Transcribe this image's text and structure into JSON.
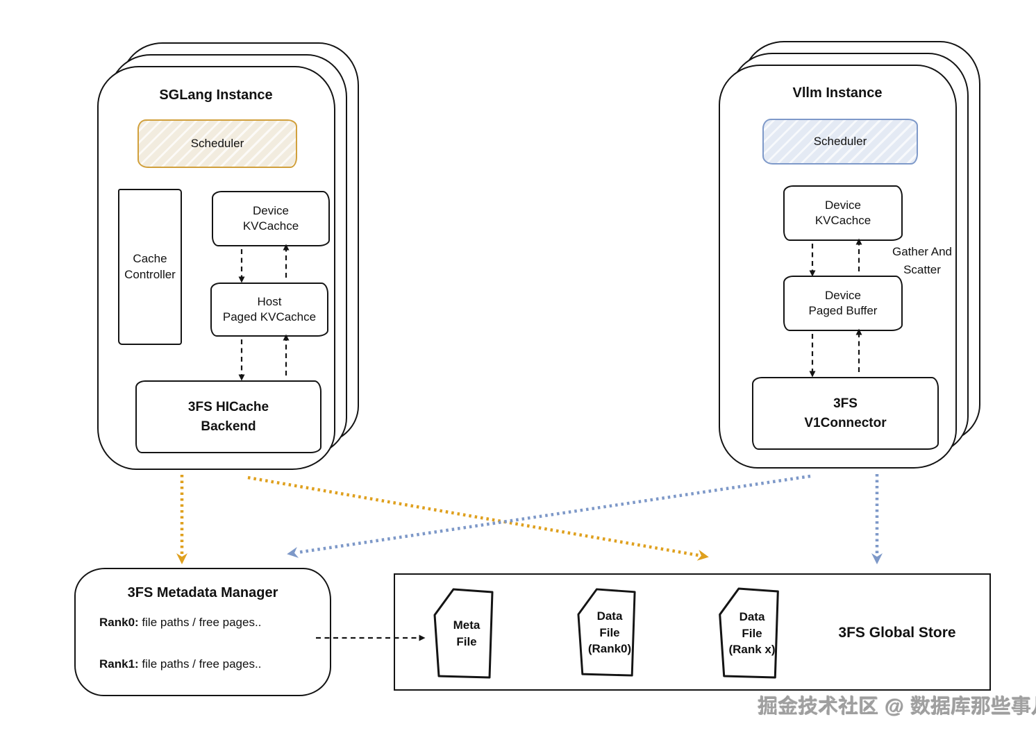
{
  "diagram": {
    "sglang": {
      "title": "SGLang Instance",
      "scheduler_label": "Scheduler",
      "cache_controller_line1": "Cache",
      "cache_controller_line2": "Controller",
      "device_kvcache_line1": "Device",
      "device_kvcache_line2": "KVCachce",
      "host_paged_line1": "Host",
      "host_paged_line2": "Paged KVCachce",
      "backend_line1": "3FS HICache",
      "backend_line2": "Backend"
    },
    "vllm": {
      "title": "Vllm Instance",
      "scheduler_label": "Scheduler",
      "device_kvcache_line1": "Device",
      "device_kvcache_line2": "KVCachce",
      "gather_scatter_line1": "Gather And",
      "gather_scatter_line2": "Scatter",
      "paged_buffer_line1": "Device",
      "paged_buffer_line2": "Paged Buffer",
      "connector_line1": "3FS",
      "connector_line2": "V1Connector"
    },
    "metadata_manager": {
      "title": "3FS Metadata Manager",
      "rank0_label": "Rank0:",
      "rank0_text": " file paths / free pages..",
      "rank1_label": "Rank1:",
      "rank1_text": " file paths / free pages.."
    },
    "global_store": {
      "title": "3FS Global Store",
      "files": [
        {
          "line1": "Meta",
          "line2": "File",
          "line3": ""
        },
        {
          "line1": "Data",
          "line2": "File",
          "line3": "(Rank0)"
        },
        {
          "line1": "Data",
          "line2": "File",
          "line3": "(Rank x)"
        }
      ]
    },
    "watermark": "掘金技术社区 @ 数据库那些事儿",
    "colors": {
      "orange_accent": "#dfa01e",
      "blue_accent": "#7d98c8",
      "scheduler_orange_border": "#d1a03c",
      "scheduler_blue_border": "#7e99c9",
      "line_black": "#141414"
    }
  }
}
